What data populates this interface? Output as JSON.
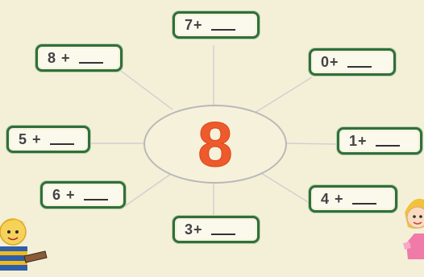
{
  "center": {
    "number": "8"
  },
  "boxes": {
    "top": {
      "label": "7+"
    },
    "top_right": {
      "label": "0+"
    },
    "right": {
      "label": "1+"
    },
    "bottom_right": {
      "label": "4 +"
    },
    "bottom": {
      "label": "3+"
    },
    "bottom_left": {
      "label": "6 +"
    },
    "left": {
      "label": "5 +"
    },
    "top_left": {
      "label": "8 +"
    }
  },
  "colors": {
    "box_border": "#2f6f3b",
    "number": "#ef5a2c",
    "background": "#f4efd7"
  }
}
